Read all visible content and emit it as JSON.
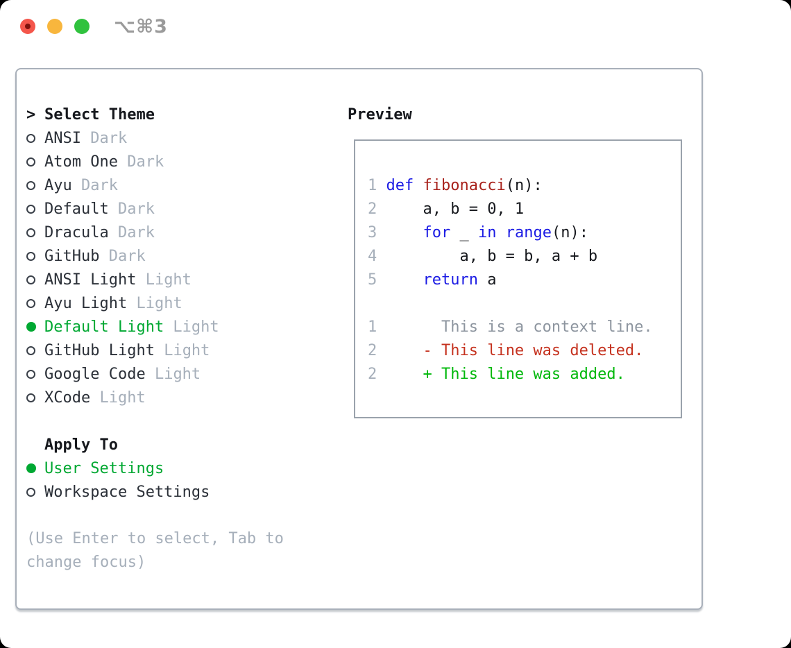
{
  "titlebar": {
    "shortcut": "⌥⌘3"
  },
  "theme_panel": {
    "header": {
      "pointer": ">",
      "label": "Select Theme"
    },
    "themes": [
      {
        "name": "ANSI",
        "variant": "Dark",
        "selected": false
      },
      {
        "name": "Atom One",
        "variant": "Dark",
        "selected": false
      },
      {
        "name": "Ayu",
        "variant": "Dark",
        "selected": false
      },
      {
        "name": "Default",
        "variant": "Dark",
        "selected": false
      },
      {
        "name": "Dracula",
        "variant": "Dark",
        "selected": false
      },
      {
        "name": "GitHub",
        "variant": "Dark",
        "selected": false
      },
      {
        "name": "ANSI Light",
        "variant": "Light",
        "selected": false
      },
      {
        "name": "Ayu Light",
        "variant": "Light",
        "selected": false
      },
      {
        "name": "Default Light",
        "variant": "Light",
        "selected": true
      },
      {
        "name": "GitHub Light",
        "variant": "Light",
        "selected": false
      },
      {
        "name": "Google Code",
        "variant": "Light",
        "selected": false
      },
      {
        "name": "XCode",
        "variant": "Light",
        "selected": false
      }
    ],
    "apply_to": {
      "label": "Apply To",
      "options": [
        {
          "name": "User Settings",
          "selected": true
        },
        {
          "name": "Workspace Settings",
          "selected": false
        }
      ]
    },
    "help_lines": [
      "(Use Enter to select, Tab to",
      "change focus)"
    ]
  },
  "preview": {
    "label": "Preview",
    "lines": [
      {
        "tokens": [
          {
            "text": "1",
            "style": "linenum"
          },
          {
            "text": " ",
            "style": "plain"
          },
          {
            "text": "def",
            "style": "keyword"
          },
          {
            "text": " ",
            "style": "plain"
          },
          {
            "text": "fibonacci",
            "style": "function"
          },
          {
            "text": "(n):",
            "style": "plain"
          }
        ]
      },
      {
        "tokens": [
          {
            "text": "2",
            "style": "linenum"
          },
          {
            "text": "     a, b = 0, 1",
            "style": "plain"
          }
        ]
      },
      {
        "tokens": [
          {
            "text": "3",
            "style": "linenum"
          },
          {
            "text": "     ",
            "style": "plain"
          },
          {
            "text": "for",
            "style": "keyword"
          },
          {
            "text": " _ ",
            "style": "plain"
          },
          {
            "text": "in",
            "style": "keyword"
          },
          {
            "text": " ",
            "style": "plain"
          },
          {
            "text": "range",
            "style": "keyword"
          },
          {
            "text": "(n):",
            "style": "plain"
          }
        ]
      },
      {
        "tokens": [
          {
            "text": "4",
            "style": "linenum"
          },
          {
            "text": "         a, b = b, a + b",
            "style": "plain"
          }
        ]
      },
      {
        "tokens": [
          {
            "text": "5",
            "style": "linenum"
          },
          {
            "text": "     ",
            "style": "plain"
          },
          {
            "text": "return",
            "style": "keyword"
          },
          {
            "text": " a",
            "style": "plain"
          }
        ]
      },
      {
        "tokens": []
      },
      {
        "tokens": [
          {
            "text": "1",
            "style": "linenum"
          },
          {
            "text": "       ",
            "style": "plain"
          },
          {
            "text": "This is a context line.",
            "style": "context"
          }
        ]
      },
      {
        "tokens": [
          {
            "text": "2",
            "style": "linenum"
          },
          {
            "text": "     ",
            "style": "plain"
          },
          {
            "text": "- This line was deleted.",
            "style": "deleted"
          }
        ]
      },
      {
        "tokens": [
          {
            "text": "2",
            "style": "linenum"
          },
          {
            "text": "     ",
            "style": "plain"
          },
          {
            "text": "+ This line was added.",
            "style": "added"
          }
        ]
      }
    ]
  },
  "colors": {
    "selection_green": "#00a832",
    "added_green": "#00b80b",
    "deleted_red": "#c5321f",
    "keyword_blue": "#1b1be4",
    "function_maroon": "#a8221c",
    "muted_gray": "#a6afba",
    "context_gray": "#8d959f",
    "text_dark": "#2b3038",
    "heading_black": "#16181d",
    "panel_border": "#a9b0ba",
    "preview_border": "#9aa2ac",
    "traffic_red": "#f4564b",
    "traffic_red_core": "#7f120d",
    "traffic_yellow": "#f8b63d",
    "traffic_green": "#30c23e",
    "titlebar_gray": "#9a9a9a"
  }
}
